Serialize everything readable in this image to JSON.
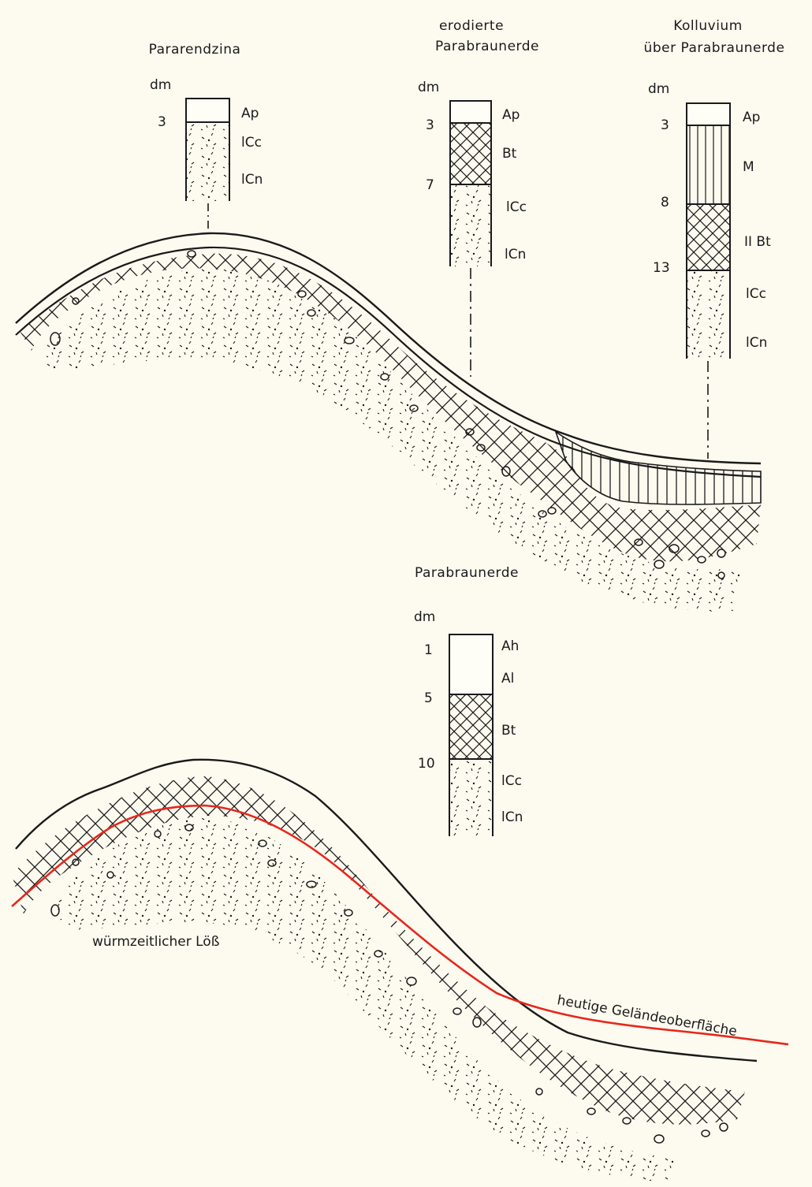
{
  "depth_unit": "dm",
  "profiles": {
    "pararendzina": {
      "title": "Pararendzina",
      "depths": [
        "3"
      ],
      "horizons": [
        "Ap",
        "lCc",
        "lCn"
      ]
    },
    "erodierte": {
      "title_line1": "erodierte",
      "title_line2": "Parabraunerde",
      "depths": [
        "3",
        "7"
      ],
      "horizons": [
        "Ap",
        "Bt",
        "lCc",
        "lCn"
      ]
    },
    "kolluvium": {
      "title_line1": "Kolluvium",
      "title_line2": "über Parabraunerde",
      "depths": [
        "3",
        "8",
        "13"
      ],
      "horizons": [
        "Ap",
        "M",
        "II Bt",
        "lCc",
        "lCn"
      ]
    },
    "parabraunerde": {
      "title": "Parabraunerde",
      "depths": [
        "1",
        "5",
        "10"
      ],
      "horizons": [
        "Ah",
        "Al",
        "Bt",
        "lCc",
        "lCn"
      ]
    }
  },
  "labels": {
    "loess": "würmzeitlicher Löß",
    "surface": "heutige Geländeoberfläche"
  },
  "colors": {
    "ink": "#1a1a1a",
    "surface_line": "#e8261c",
    "paper": "#fdfbf0"
  }
}
